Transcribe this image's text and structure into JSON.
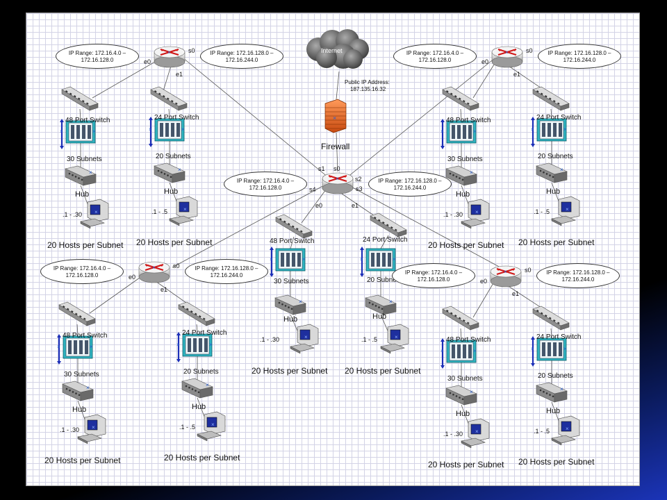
{
  "diagram": {
    "internet_label": "Internet",
    "public_ip_label": "Public IP Address:",
    "public_ip_value": "187.135.16.32",
    "firewall_label": "Firewall",
    "ranges": {
      "a": "IP Range: 172.16.4.0 – 172.16.128.0",
      "b": "IP Range: 172.16.128.0 – 172.16.244.0"
    },
    "switch48": "48 Port Switch",
    "switch24": "24 Port Switch",
    "subnets30": "30 Subnets",
    "subnets20": "20 Subnets",
    "hub": "Hub",
    "hosts": "20 Hosts per Subnet",
    "host_range_30": ".1 - .30",
    "host_range_5": ".1 - .5",
    "iface": {
      "e0": "e0",
      "e1": "e1",
      "s0": "s0",
      "s1": "s1",
      "s2": "s2",
      "s3": "s3",
      "s4": "s4"
    }
  }
}
